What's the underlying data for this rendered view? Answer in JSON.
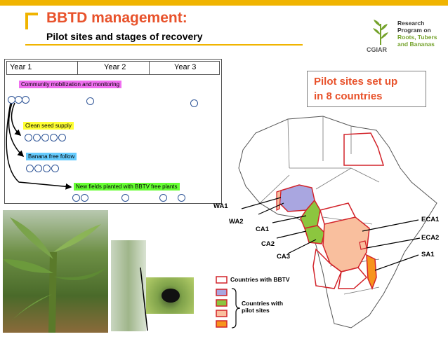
{
  "header": {
    "title": "BBTD management:",
    "subtitle": "Pilot sites and stages of recovery"
  },
  "logo": {
    "line1": "Research",
    "line2": "Program on",
    "line3": "Roots, Tubers",
    "line4": "and Bananas",
    "org": "CGIAR"
  },
  "timeline": {
    "years": [
      "Year 1",
      "Year 2",
      "Year 3"
    ],
    "stages": [
      {
        "label": "Community mobilization and monitoring",
        "color": "#f06ff0"
      },
      {
        "label": "Clean seed supply",
        "color": "#ffff33"
      },
      {
        "label": "Banana free follow",
        "color": "#66ccff"
      },
      {
        "label": "New fields planted with BBTV free plants",
        "color": "#66ff33"
      }
    ]
  },
  "callout": {
    "line1": "Pilot sites set up",
    "line2": "in 8 countries"
  },
  "map": {
    "labels": {
      "wa1": "WA1",
      "wa2": "WA2",
      "ca1": "CA1",
      "ca2": "CA2",
      "ca3": "CA3",
      "eca1": "ECA1",
      "eca2": "ECA2",
      "sa1": "SA1"
    },
    "legend": {
      "bbtv": "Countries with BBTV",
      "pilot": "Countries with pilot sites"
    },
    "colors": {
      "bbtv_outline": "#d2232a",
      "wa": "#a9a6e0",
      "ca": "#8cc63f",
      "eca": "#f9bf9e",
      "sa": "#f7941d"
    }
  }
}
